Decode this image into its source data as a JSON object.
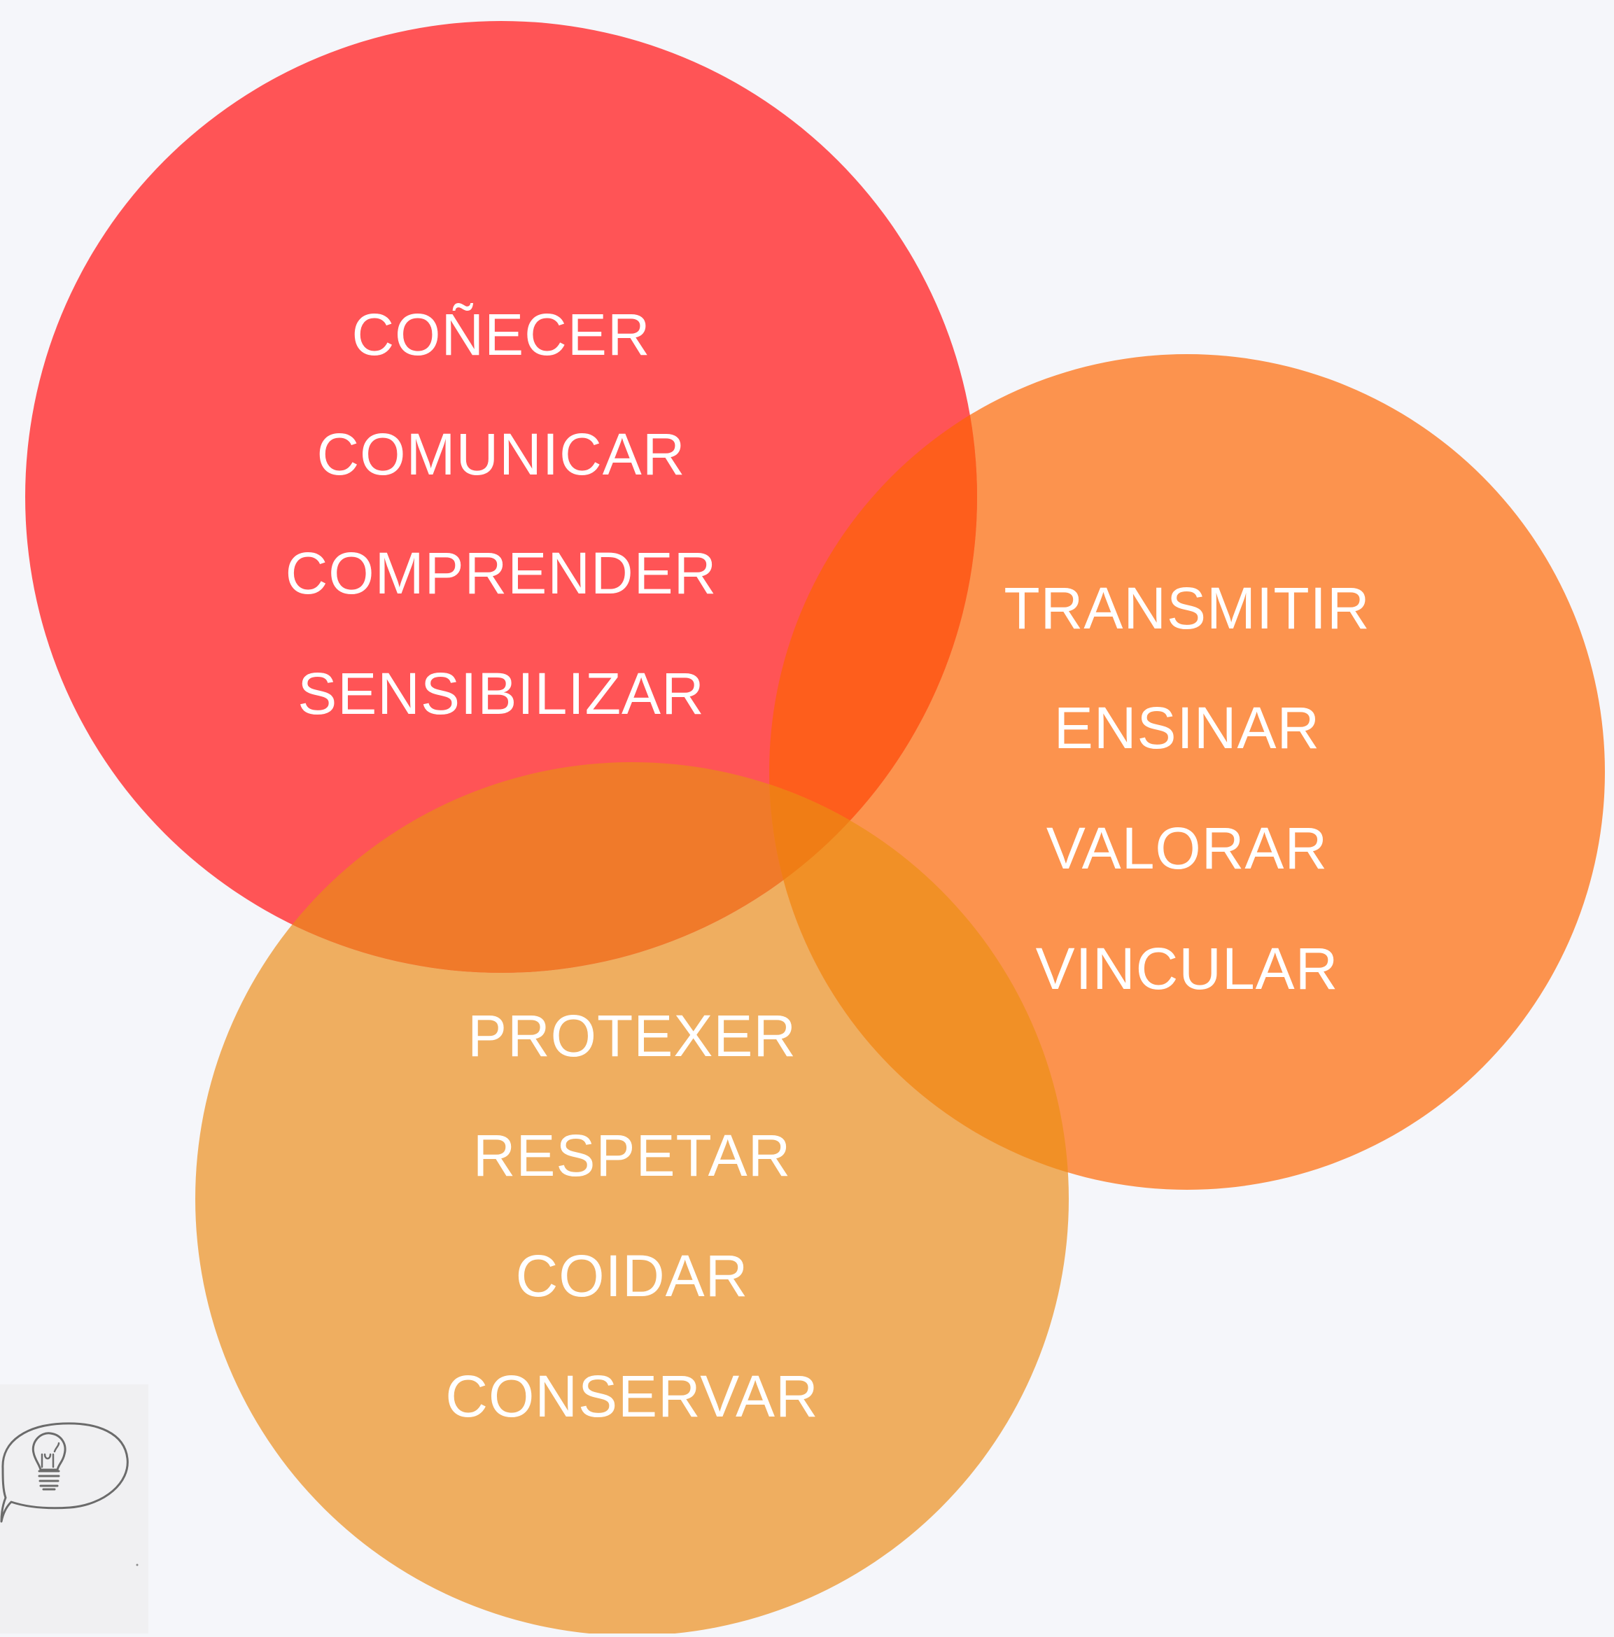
{
  "diagram": {
    "type": "venn",
    "circles": [
      {
        "id": "top",
        "color": "#ff5456",
        "words": [
          "COÑECER",
          "COMUNICAR",
          "COMPRENDER",
          "SENSIBILIZAR"
        ]
      },
      {
        "id": "right",
        "color": "#fc934e",
        "words": [
          "TRANSMITIR",
          "ENSINAR",
          "VALORAR",
          "VINCULAR"
        ]
      },
      {
        "id": "bottom",
        "color": "#efae60",
        "words": [
          "PROTEXER",
          "RESPETAR",
          "COIDAR",
          "CONSERVAR"
        ]
      }
    ],
    "overlap_colors": {
      "top_right": "#fe5e1c",
      "top_bottom": "#f07a2a",
      "right_bottom": "#f19026",
      "center": "#f07d15"
    },
    "background": "#f5f6fa",
    "text_color": "#ffffff"
  },
  "decoration": {
    "icon": "lightbulb-sketch-icon"
  }
}
